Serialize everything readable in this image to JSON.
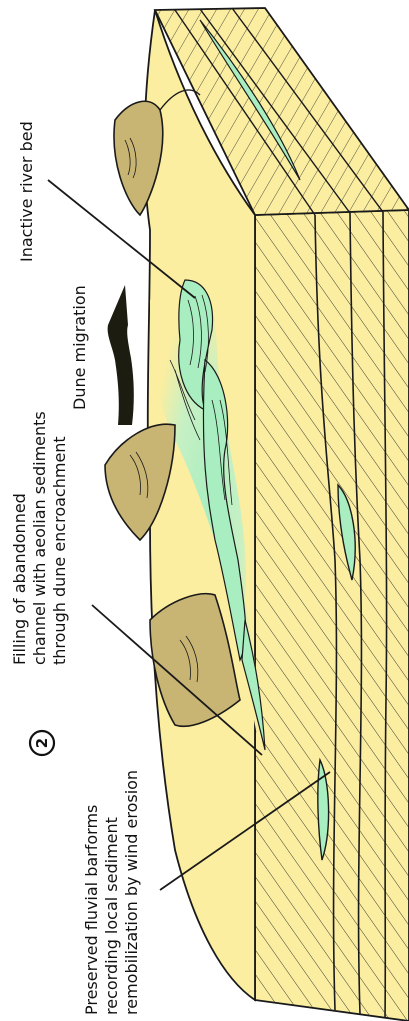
{
  "labels": {
    "inactive_river_bed": "Inactive river bed",
    "dune_migration": "Dune migration",
    "filling_line1": "Filling of abandonned",
    "filling_line2": "channel with aeolian sediments",
    "filling_line3": "through dune encroachment",
    "step_number": "2",
    "preserved_line1": "Preserved fluvial barforms",
    "preserved_line2": "recording local sediment",
    "preserved_line3": "remobilization by wind erosion"
  },
  "colors": {
    "sand": "#fbeea0",
    "sand_dark": "#f2d98a",
    "dune_slope": "#c8b574",
    "green": "#a8eec0",
    "green_light": "#d6f3c8",
    "outline": "#1a1a1a",
    "arrow": "#1c1c10"
  }
}
